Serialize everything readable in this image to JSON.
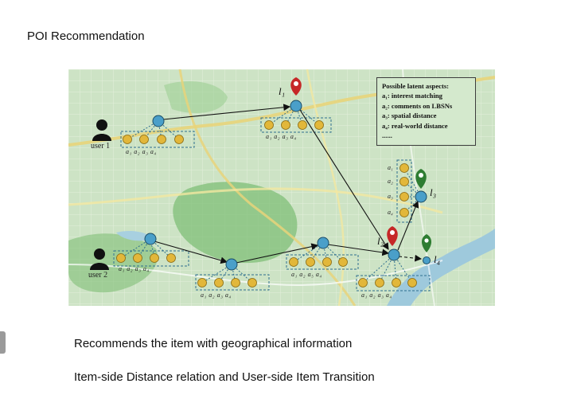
{
  "slide": {
    "title": "POI Recommendation",
    "caption_1": "Recommends the item with geographical information",
    "caption_2": "Item-side Distance relation and User-side Item Transition"
  },
  "diagram": {
    "legend": {
      "heading": "Possible latent aspects:",
      "items": [
        "a₁: interest matching",
        "a₂: comments on LBSNs",
        "a₃: spatial distance",
        "a₄: real-world distance",
        "......"
      ]
    },
    "users": [
      "user 1",
      "user 2"
    ],
    "aspect_row": "a₁  a₂  a₃  a₄",
    "aspect_row_alt": "a₁  a₂  a₅  a₄",
    "aspect_column": [
      "a₁",
      "a₂",
      "a₃",
      "a₄"
    ],
    "locations": [
      "l₁",
      "l₂",
      "l₃",
      "l₄"
    ],
    "colors": {
      "map_bg": "#cfe5c7",
      "node": "#4a9fc9",
      "aspect_node": "#e2b73a",
      "pin_red": "#c62828",
      "pin_green": "#2e7d32",
      "panel_bg": "#d4e9cd"
    }
  }
}
